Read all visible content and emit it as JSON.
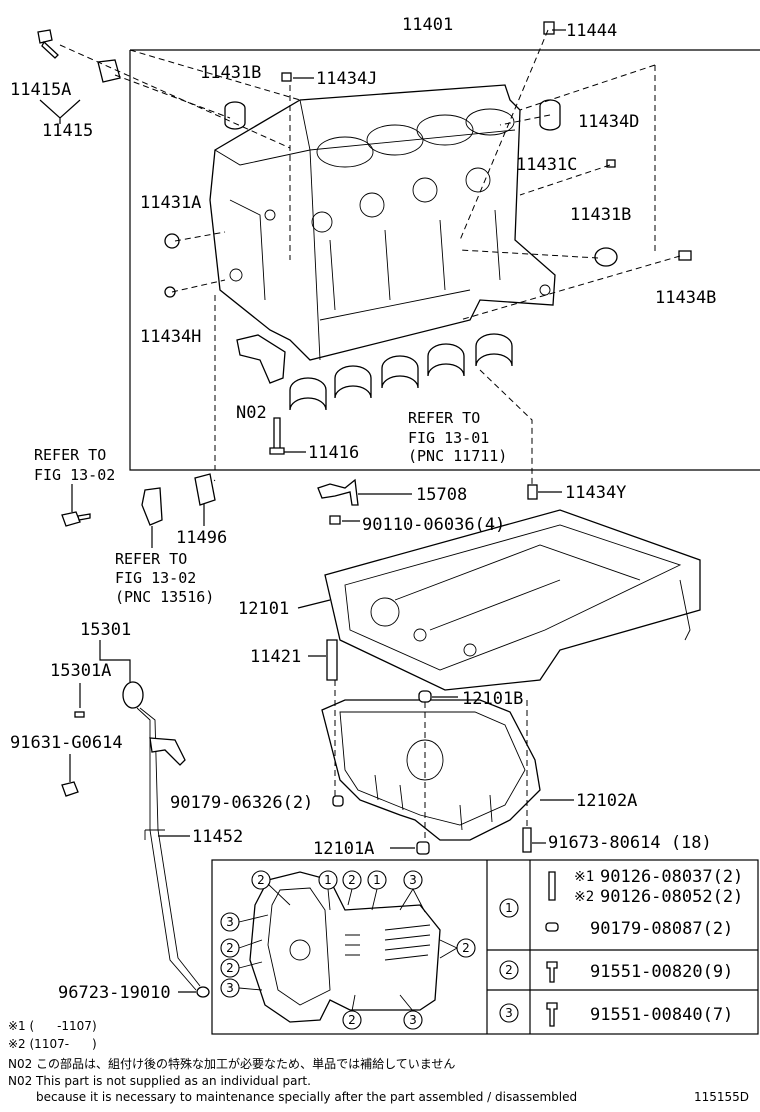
{
  "diagram_id": "115155D",
  "labels": {
    "p11401": "11401",
    "p11444": "11444",
    "p11431B_top": "11431B",
    "p11434J": "11434J",
    "p11415A": "11415A",
    "p11415": "11415",
    "p11434D": "11434D",
    "p11431C": "11431C",
    "p11431A": "11431A",
    "p11431B_right": "11431B",
    "p11434B": "11434B",
    "p11434H": "11434H",
    "pN02": "N02",
    "p11416": "11416",
    "p15708": "15708",
    "p11434Y": "11434Y",
    "p90110": "90110-06036(4)",
    "p11496": "11496",
    "p12101": "12101",
    "p15301": "15301",
    "p15301A": "15301A",
    "p11421": "11421",
    "p12101B": "12101B",
    "p91631": "91631-G0614",
    "p90179_06326": "90179-06326(2)",
    "p12102A": "12102A",
    "p11452": "11452",
    "p12101A": "12101A",
    "p91673": "91673-80614 (18)",
    "p96723": "96723-19010"
  },
  "refers": {
    "fig1301": [
      "REFER TO",
      "FIG 13-01",
      "(PNC 11711)"
    ],
    "fig1302_left": [
      "REFER TO",
      "FIG 13-02"
    ],
    "fig1302_bottom": [
      "REFER TO",
      "FIG 13-02",
      "(PNC 13516)"
    ]
  },
  "legend": {
    "rows": [
      {
        "key": "1",
        "items": [
          {
            "mark": "※1",
            "part": "90126-08037(2)"
          },
          {
            "mark": "※2",
            "part": "90126-08052(2)"
          },
          {
            "mark": "",
            "part": "90179-08087(2)"
          }
        ]
      },
      {
        "key": "2",
        "items": [
          {
            "mark": "",
            "part": "91551-00820(9)"
          }
        ]
      },
      {
        "key": "3",
        "items": [
          {
            "mark": "",
            "part": "91551-00840(7)"
          }
        ]
      }
    ]
  },
  "notes": {
    "n1": "※1 (      -1107)",
    "n2": "※2 (1107-      )",
    "n3": "N02 この部品は、組付け後の特殊な加工が必要なため、単品では補給していません",
    "n4": "N02 This part is not supplied as an individual part.",
    "n5": "because it is necessary to maintenance specially after the part assembled / disassembled"
  }
}
